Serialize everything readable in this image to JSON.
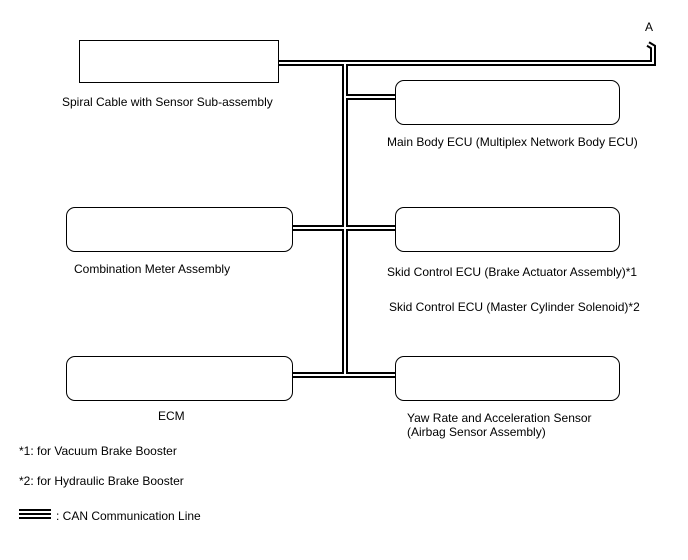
{
  "connector_label": "A",
  "components": {
    "spiral_cable": "Spiral Cable with Sensor Sub-assembly",
    "main_body_ecu": "Main Body ECU (Multiplex Network Body ECU)",
    "combination_meter": "Combination Meter Assembly",
    "skid_control_actuator": "Skid Control ECU (Brake Actuator Assembly)*1",
    "skid_control_solenoid": "Skid Control ECU (Master Cylinder Solenoid)*2",
    "ecm": "ECM",
    "yaw_rate_line1": "Yaw Rate and Acceleration Sensor",
    "yaw_rate_line2": "(Airbag Sensor Assembly)"
  },
  "notes": {
    "note1": "*1: for Vacuum Brake Booster",
    "note2": "*2: for Hydraulic Brake Booster"
  },
  "legend": {
    "can_line": ": CAN Communication Line"
  }
}
